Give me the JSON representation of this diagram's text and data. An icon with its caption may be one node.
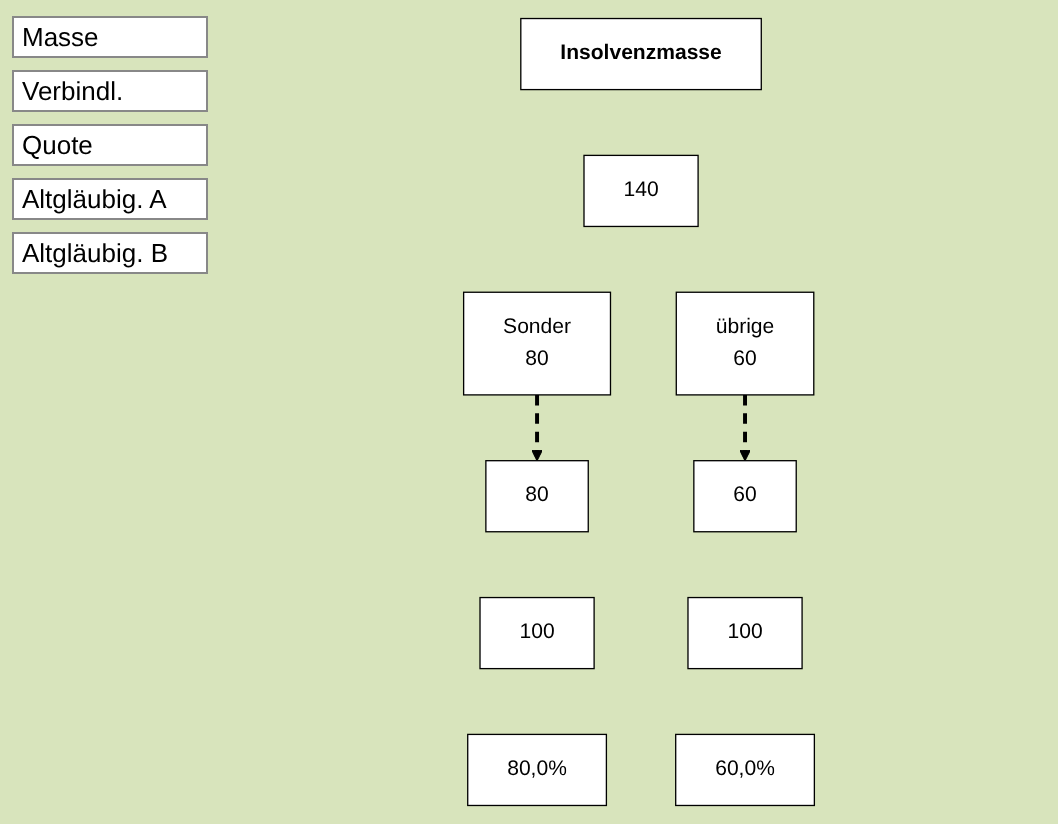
{
  "diagram": {
    "nodes": [
      {
        "text": [
          "Insolvenzmasse"
        ]
      },
      {
        "text": [
          "140"
        ]
      },
      {
        "text": [
          "Sonder",
          "80"
        ]
      },
      {
        "text": [
          "übrige",
          "60"
        ]
      },
      {
        "text": [
          "80"
        ]
      },
      {
        "text": [
          "100"
        ]
      },
      {
        "text": [
          "80,0%"
        ]
      },
      {
        "text": [
          "60"
        ]
      },
      {
        "text": [
          "100"
        ]
      },
      {
        "text": [
          "60,0%"
        ]
      }
    ],
    "edges": [
      {
        "from": 2,
        "to": 4,
        "arrow": "to",
        "style": "dashed"
      },
      {
        "from": 3,
        "to": 7,
        "arrow": "to",
        "style": "dashed"
      }
    ],
    "labels": [
      "Masse",
      "Verbindl.",
      "Quote",
      "Altgläubig. A",
      "Altgläubig. B"
    ]
  }
}
